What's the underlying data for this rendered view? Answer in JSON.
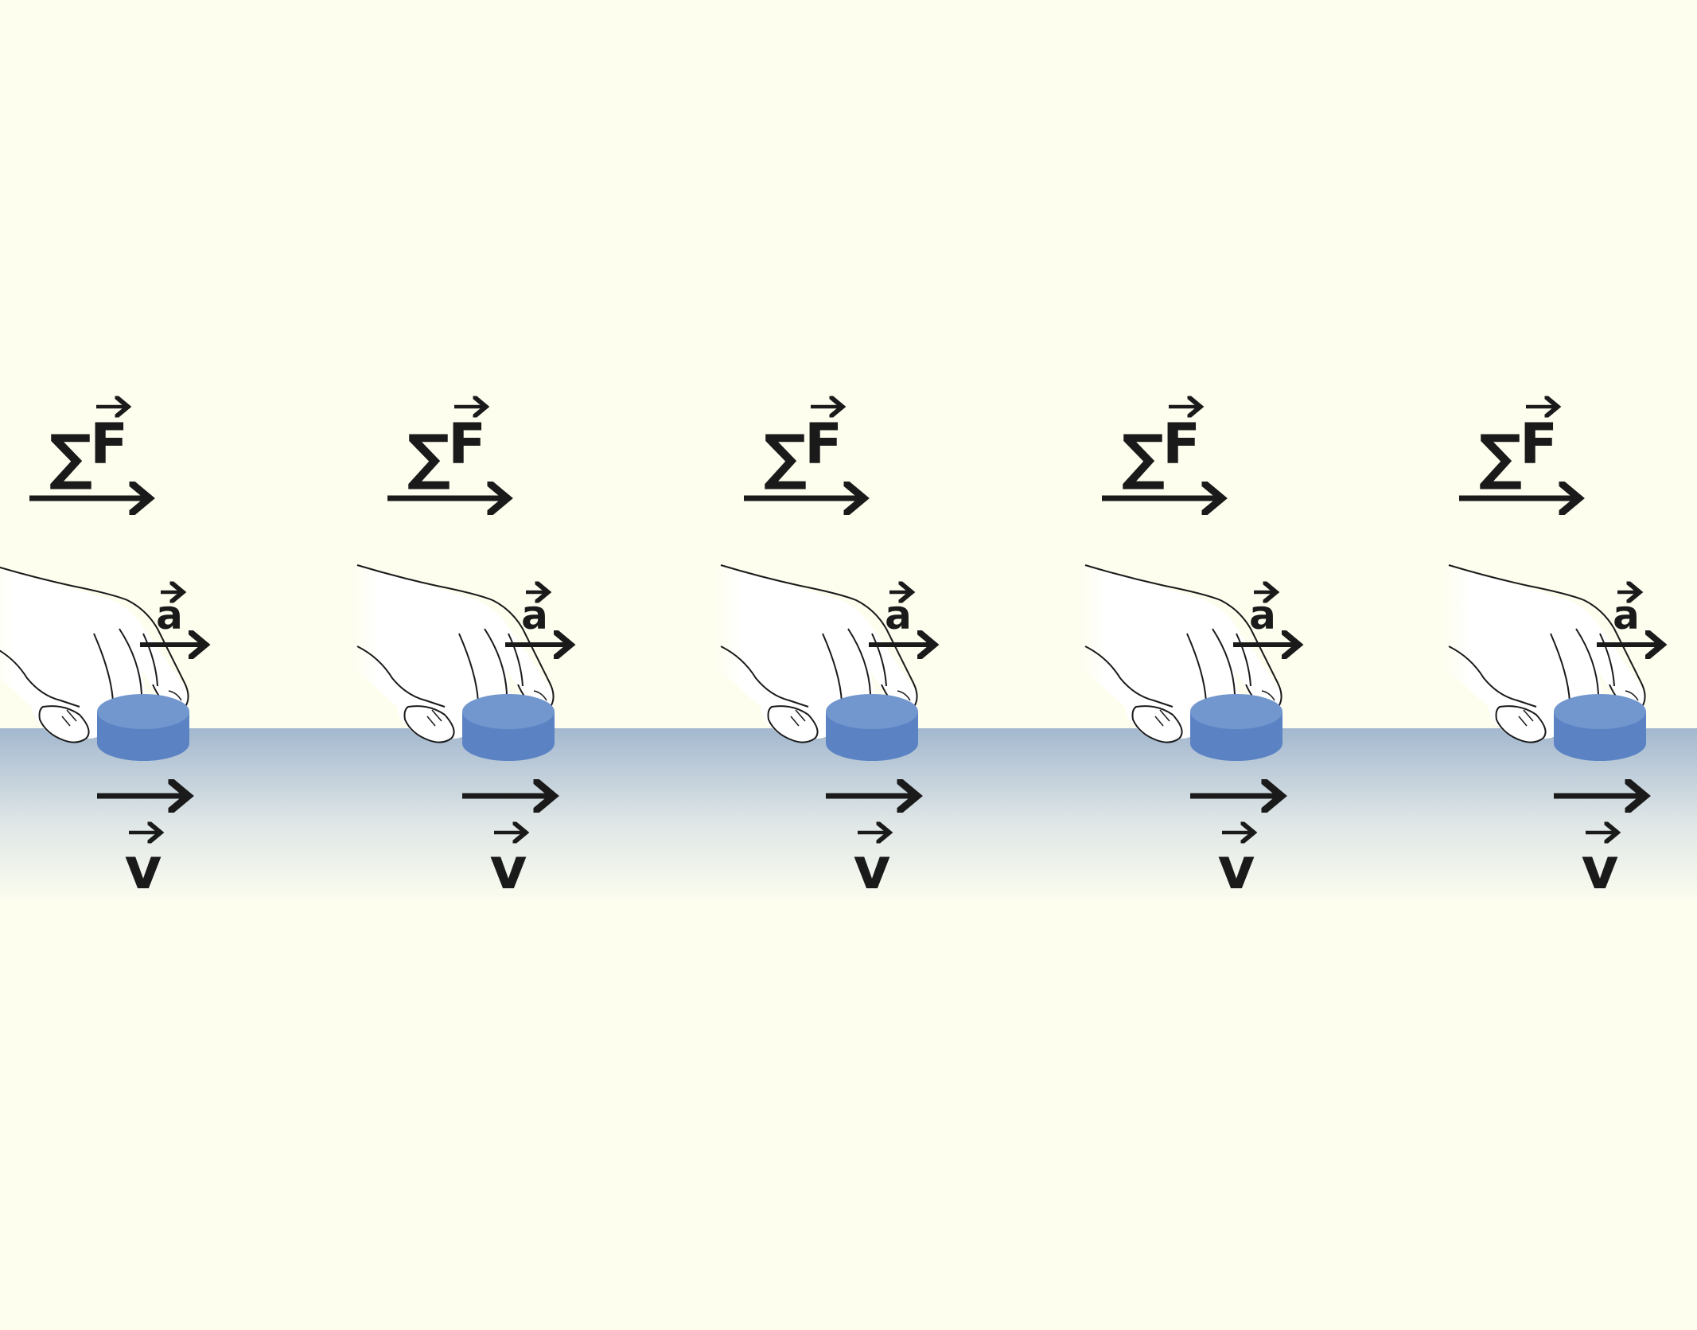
{
  "diagram": {
    "frame_count": 5,
    "labels": {
      "net_force_sigma": "∑",
      "net_force_symbol": "F",
      "acceleration_symbol": "a",
      "velocity_symbol": "v"
    },
    "colors": {
      "background": "#fdfeee",
      "floor_top": "#a3b8cf",
      "floor_bottom": "#fafcef",
      "puck_top": "#7297cf",
      "puck_side": "#5b83c4",
      "arrow": "#1a1a1a",
      "hand_fill": "#ffffff",
      "hand_outline": "#1a1a1a"
    },
    "icons": [
      "hand-icon",
      "puck-icon",
      "arrow-icon"
    ]
  }
}
